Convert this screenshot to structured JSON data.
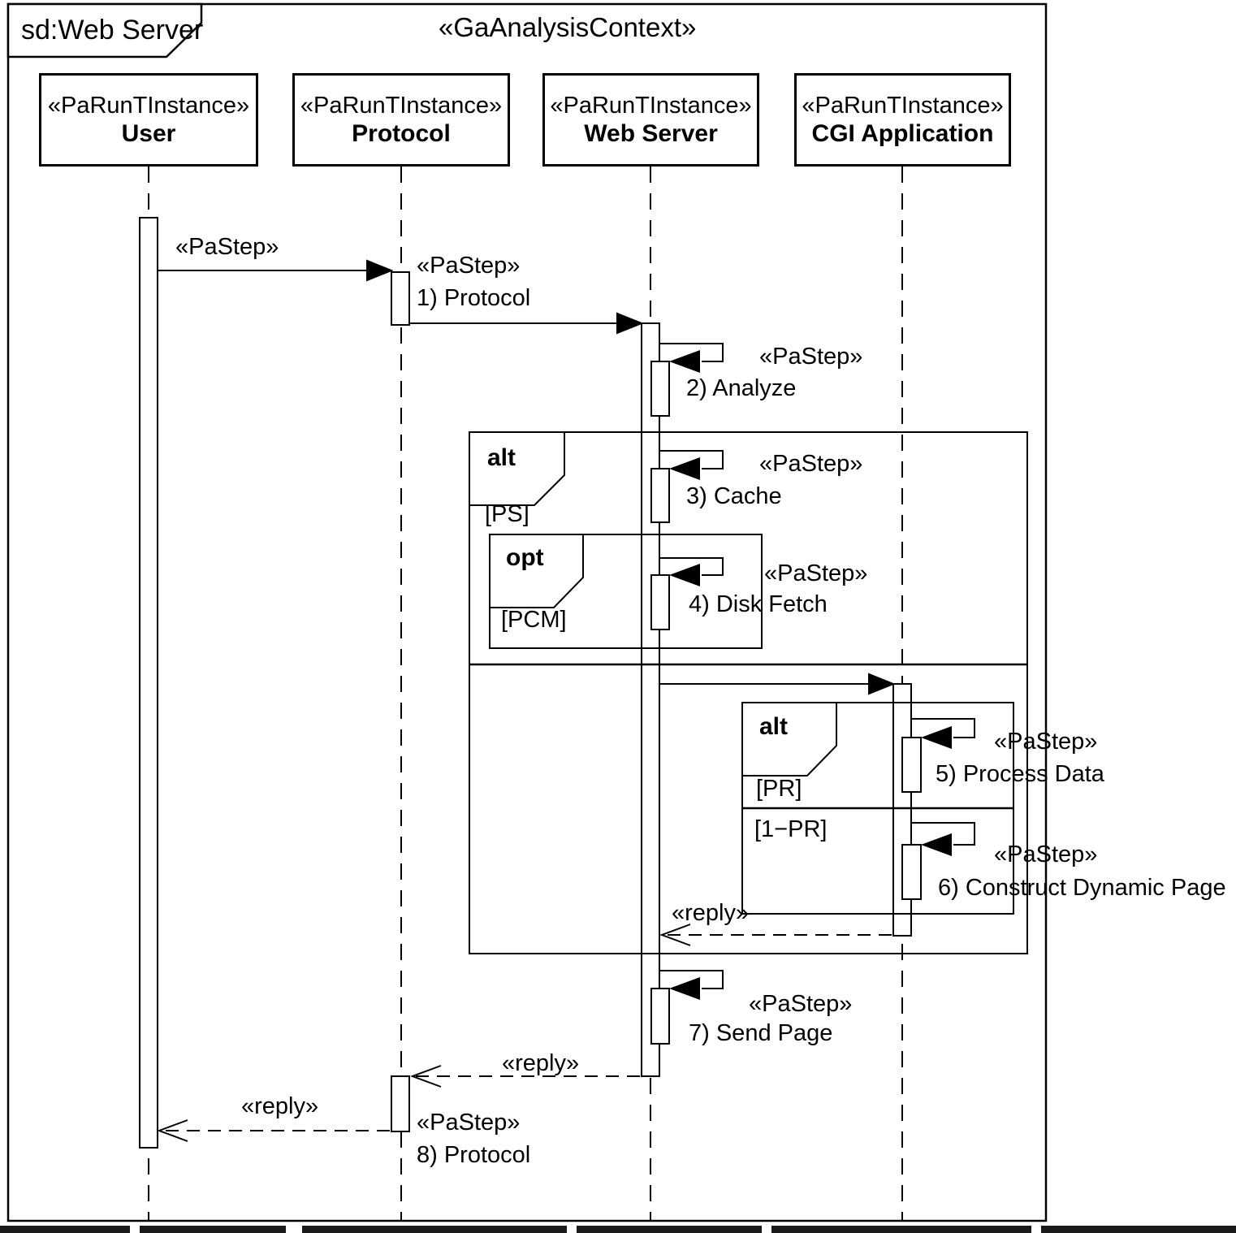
{
  "diagram": {
    "frame_title": "sd:Web Server",
    "frame_stereotype": "«GaAnalysisContext»"
  },
  "lifelines": [
    {
      "stereotype": "«PaRunTInstance»",
      "name": "User"
    },
    {
      "stereotype": "«PaRunTInstance»",
      "name": "Protocol"
    },
    {
      "stereotype": "«PaRunTInstance»",
      "name": "Web Server"
    },
    {
      "stereotype": "«PaRunTInstance»",
      "name": "CGI Application"
    }
  ],
  "labels": {
    "pastep": "«PaStep»",
    "reply": "«reply»"
  },
  "steps": [
    {
      "stereotype": "«PaStep»",
      "label": "1) Protocol"
    },
    {
      "stereotype": "«PaStep»",
      "label": "2) Analyze"
    },
    {
      "stereotype": "«PaStep»",
      "label": "3) Cache"
    },
    {
      "stereotype": "«PaStep»",
      "label": "4) Disk Fetch"
    },
    {
      "stereotype": "«PaStep»",
      "label": "5) Process Data"
    },
    {
      "stereotype": "«PaStep»",
      "label": "6) Construct Dynamic Page"
    },
    {
      "stereotype": "«PaStep»",
      "label": "7) Send Page"
    },
    {
      "stereotype": "«PaStep»",
      "label": "8) Protocol"
    }
  ],
  "fragments": {
    "outer_alt": {
      "operator": "alt",
      "guard": "[PS]"
    },
    "opt": {
      "operator": "opt",
      "guard": "[PCM]"
    },
    "inner_alt": {
      "operator": "alt",
      "guard_top": "[PR]",
      "guard_bottom": "[1−PR]"
    }
  }
}
